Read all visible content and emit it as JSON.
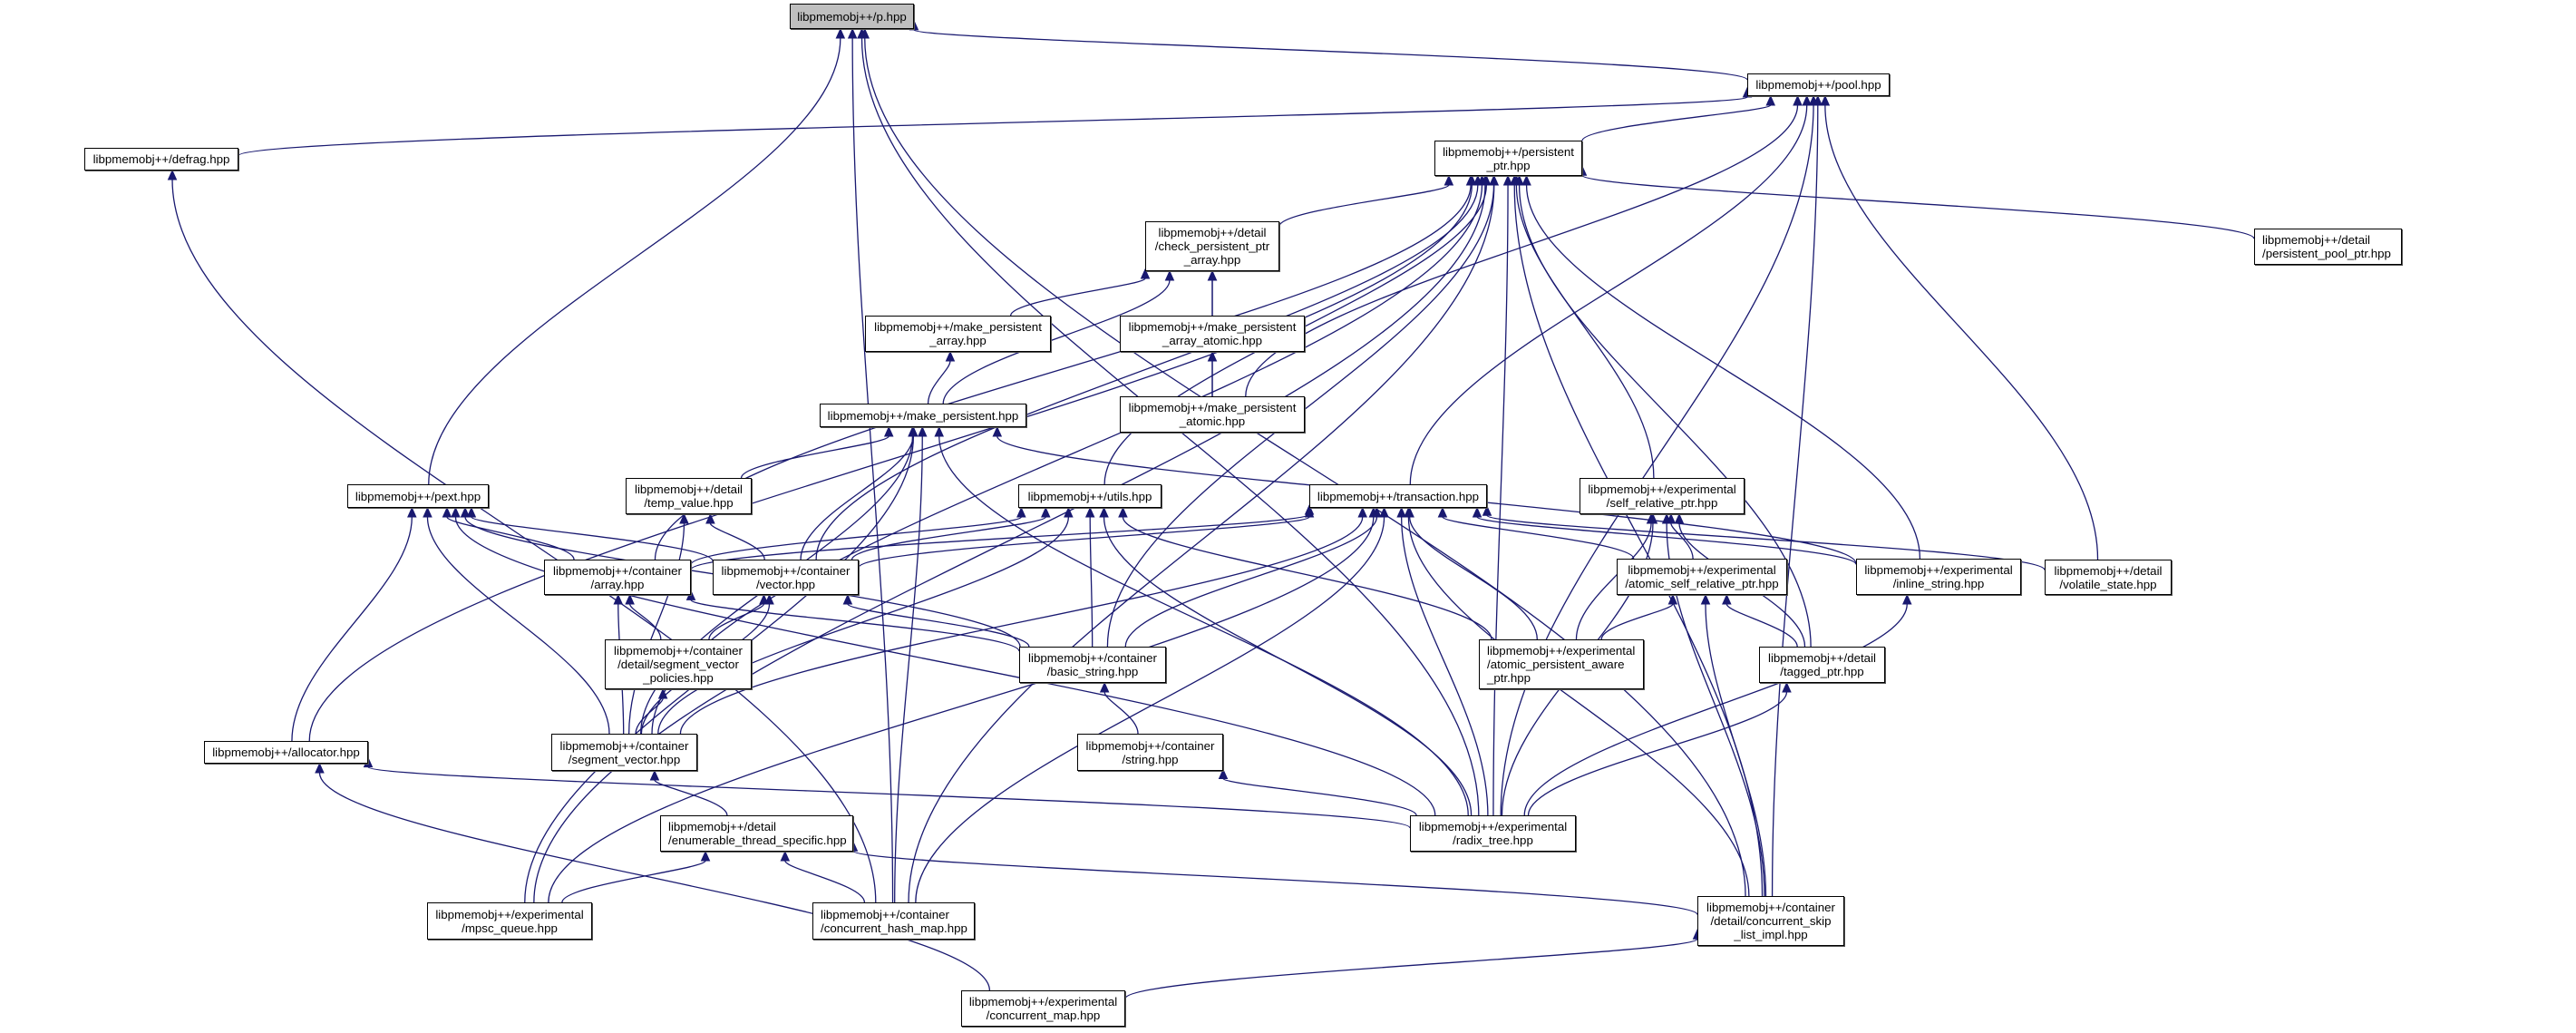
{
  "title": "Include dependency graph (included-by) for libpmemobj++/p.hpp",
  "colors": {
    "edge": "#191970",
    "root_fill": "#bfbfbf",
    "node_fill": "#ffffff"
  },
  "nodes": {
    "p": {
      "label": "libpmemobj++/p.hpp",
      "root": true
    },
    "pool": {
      "label": "libpmemobj++/pool.hpp"
    },
    "defrag": {
      "label": "libpmemobj++/defrag.hpp"
    },
    "persistent_ptr": {
      "label": "libpmemobj++/persistent\n_ptr.hpp"
    },
    "check_ppa": {
      "label": "libpmemobj++/detail\n/check_persistent_ptr\n_array.hpp"
    },
    "persistent_pool_ptr": {
      "label": "libpmemobj++/detail\n/persistent_pool_ptr.hpp"
    },
    "mp_array": {
      "label": "libpmemobj++/make_persistent\n_array.hpp"
    },
    "mp_array_atomic": {
      "label": "libpmemobj++/make_persistent\n_array_atomic.hpp"
    },
    "mp_atomic": {
      "label": "libpmemobj++/make_persistent\n_atomic.hpp"
    },
    "make_persistent": {
      "label": "libpmemobj++/make_persistent.hpp"
    },
    "pext": {
      "label": "libpmemobj++/pext.hpp"
    },
    "temp_value": {
      "label": "libpmemobj++/detail\n/temp_value.hpp"
    },
    "utils": {
      "label": "libpmemobj++/utils.hpp"
    },
    "transaction": {
      "label": "libpmemobj++/transaction.hpp"
    },
    "self_relative_ptr": {
      "label": "libpmemobj++/experimental\n/self_relative_ptr.hpp"
    },
    "array": {
      "label": "libpmemobj++/container\n/array.hpp"
    },
    "vector": {
      "label": "libpmemobj++/container\n/vector.hpp"
    },
    "atomic_srp": {
      "label": "libpmemobj++/experimental\n/atomic_self_relative_ptr.hpp"
    },
    "inline_string": {
      "label": "libpmemobj++/experimental\n/inline_string.hpp"
    },
    "volatile_state": {
      "label": "libpmemobj++/detail\n/volatile_state.hpp"
    },
    "sv_policies": {
      "label": "libpmemobj++/container\n/detail/segment_vector\n_policies.hpp"
    },
    "basic_string": {
      "label": "libpmemobj++/container\n/basic_string.hpp"
    },
    "apa_ptr": {
      "label": "libpmemobj++/experimental\n/atomic_persistent_aware\n_ptr.hpp"
    },
    "tagged_ptr": {
      "label": "libpmemobj++/detail\n/tagged_ptr.hpp"
    },
    "allocator": {
      "label": "libpmemobj++/allocator.hpp"
    },
    "segment_vector": {
      "label": "libpmemobj++/container\n/segment_vector.hpp"
    },
    "string": {
      "label": "libpmemobj++/container\n/string.hpp"
    },
    "radix_tree": {
      "label": "libpmemobj++/experimental\n/radix_tree.hpp"
    },
    "ets": {
      "label": "libpmemobj++/detail\n/enumerable_thread_specific.hpp"
    },
    "mpsc_queue": {
      "label": "libpmemobj++/experimental\n/mpsc_queue.hpp"
    },
    "chm": {
      "label": "libpmemobj++/container\n/concurrent_hash_map.hpp"
    },
    "skip_list": {
      "label": "libpmemobj++/container\n/detail/concurrent_skip\n_list_impl.hpp"
    },
    "concurrent_map": {
      "label": "libpmemobj++/experimental\n/concurrent_map.hpp"
    }
  },
  "edges": [
    [
      "pool",
      "p"
    ],
    [
      "pext",
      "p"
    ],
    [
      "chm",
      "p"
    ],
    [
      "skip_list",
      "p"
    ],
    [
      "radix_tree",
      "p"
    ],
    [
      "defrag",
      "pool"
    ],
    [
      "persistent_ptr",
      "pool"
    ],
    [
      "mp_atomic",
      "pool"
    ],
    [
      "transaction",
      "pool"
    ],
    [
      "volatile_state",
      "pool"
    ],
    [
      "radix_tree",
      "pool"
    ],
    [
      "skip_list",
      "pool"
    ],
    [
      "chm",
      "defrag"
    ],
    [
      "check_ppa",
      "persistent_ptr"
    ],
    [
      "persistent_pool_ptr",
      "persistent_ptr"
    ],
    [
      "utils",
      "persistent_ptr"
    ],
    [
      "self_relative_ptr",
      "persistent_ptr"
    ],
    [
      "array",
      "persistent_ptr"
    ],
    [
      "vector",
      "persistent_ptr"
    ],
    [
      "basic_string",
      "persistent_ptr"
    ],
    [
      "inline_string",
      "persistent_ptr"
    ],
    [
      "tagged_ptr",
      "persistent_ptr"
    ],
    [
      "segment_vector",
      "persistent_ptr"
    ],
    [
      "allocator",
      "persistent_ptr"
    ],
    [
      "mpsc_queue",
      "persistent_ptr"
    ],
    [
      "radix_tree",
      "persistent_ptr"
    ],
    [
      "chm",
      "persistent_ptr"
    ],
    [
      "skip_list",
      "persistent_ptr"
    ],
    [
      "mp_array",
      "check_ppa"
    ],
    [
      "mp_array_atomic",
      "check_ppa"
    ],
    [
      "mp_atomic",
      "check_ppa"
    ],
    [
      "make_persistent",
      "check_ppa"
    ],
    [
      "make_persistent",
      "mp_array"
    ],
    [
      "mp_atomic",
      "mp_array_atomic"
    ],
    [
      "temp_value",
      "make_persistent"
    ],
    [
      "vector",
      "make_persistent"
    ],
    [
      "segment_vector",
      "make_persistent"
    ],
    [
      "inline_string",
      "make_persistent"
    ],
    [
      "chm",
      "make_persistent"
    ],
    [
      "radix_tree",
      "make_persistent"
    ],
    [
      "mpsc_queue",
      "make_persistent"
    ],
    [
      "array",
      "pext"
    ],
    [
      "vector",
      "pext"
    ],
    [
      "basic_string",
      "pext"
    ],
    [
      "segment_vector",
      "pext"
    ],
    [
      "allocator",
      "pext"
    ],
    [
      "radix_tree",
      "pext"
    ],
    [
      "vector",
      "temp_value"
    ],
    [
      "segment_vector",
      "temp_value"
    ],
    [
      "array",
      "utils"
    ],
    [
      "vector",
      "utils"
    ],
    [
      "basic_string",
      "utils"
    ],
    [
      "segment_vector",
      "utils"
    ],
    [
      "radix_tree",
      "utils"
    ],
    [
      "apa_ptr",
      "utils"
    ],
    [
      "array",
      "transaction"
    ],
    [
      "vector",
      "transaction"
    ],
    [
      "basic_string",
      "transaction"
    ],
    [
      "segment_vector",
      "transaction"
    ],
    [
      "atomic_srp",
      "transaction"
    ],
    [
      "inline_string",
      "transaction"
    ],
    [
      "volatile_state",
      "transaction"
    ],
    [
      "apa_ptr",
      "transaction"
    ],
    [
      "radix_tree",
      "transaction"
    ],
    [
      "chm",
      "transaction"
    ],
    [
      "mpsc_queue",
      "transaction"
    ],
    [
      "skip_list",
      "transaction"
    ],
    [
      "atomic_srp",
      "self_relative_ptr"
    ],
    [
      "apa_ptr",
      "self_relative_ptr"
    ],
    [
      "tagged_ptr",
      "self_relative_ptr"
    ],
    [
      "radix_tree",
      "self_relative_ptr"
    ],
    [
      "skip_list",
      "self_relative_ptr"
    ],
    [
      "sv_policies",
      "array"
    ],
    [
      "segment_vector",
      "array"
    ],
    [
      "basic_string",
      "array"
    ],
    [
      "sv_policies",
      "vector"
    ],
    [
      "segment_vector",
      "vector"
    ],
    [
      "basic_string",
      "vector"
    ],
    [
      "segment_vector",
      "sv_policies"
    ],
    [
      "string",
      "basic_string"
    ],
    [
      "apa_ptr",
      "atomic_srp"
    ],
    [
      "tagged_ptr",
      "atomic_srp"
    ],
    [
      "skip_list",
      "atomic_srp"
    ],
    [
      "radix_tree",
      "inline_string"
    ],
    [
      "radix_tree",
      "tagged_ptr"
    ],
    [
      "radix_tree",
      "allocator"
    ],
    [
      "concurrent_map",
      "allocator"
    ],
    [
      "ets",
      "segment_vector"
    ],
    [
      "radix_tree",
      "string"
    ],
    [
      "mpsc_queue",
      "ets"
    ],
    [
      "chm",
      "ets"
    ],
    [
      "skip_list",
      "ets"
    ],
    [
      "concurrent_map",
      "skip_list"
    ]
  ]
}
